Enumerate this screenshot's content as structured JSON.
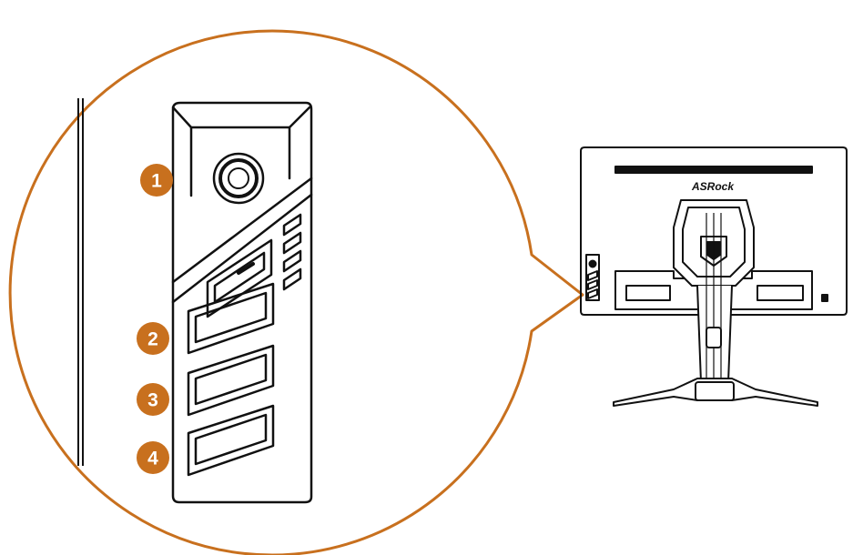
{
  "colors": {
    "callout": "#c8701e",
    "badge": "#c8701e",
    "badge_text": "#ffffff",
    "line": "#111111",
    "background": "#ffffff"
  },
  "brand": {
    "label": "ASRock"
  },
  "callouts": [
    {
      "number": "1",
      "target": "joystick-button"
    },
    {
      "number": "2",
      "target": "control-button-2"
    },
    {
      "number": "3",
      "target": "control-button-3"
    },
    {
      "number": "4",
      "target": "control-button-4"
    }
  ]
}
